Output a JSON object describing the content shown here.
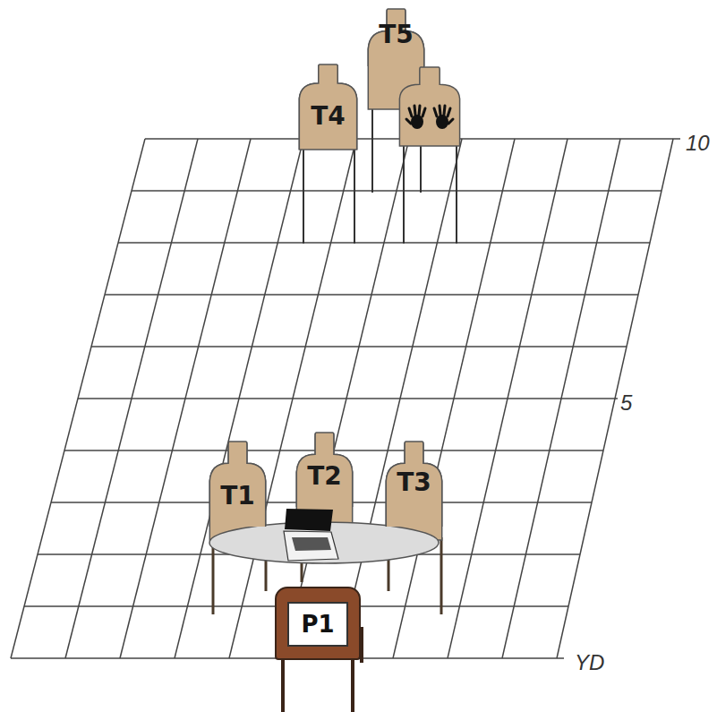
{
  "diagram": {
    "nodes": [
      {
        "text": [
          "T5"
        ]
      },
      {
        "text": [
          "T4"
        ]
      },
      {
        "text": [
          "T1"
        ]
      },
      {
        "text": [
          "T2"
        ]
      },
      {
        "text": [
          "T3"
        ]
      },
      {
        "text": [
          "P1"
        ]
      }
    ],
    "labels": [
      "10",
      "5",
      "YD"
    ]
  }
}
